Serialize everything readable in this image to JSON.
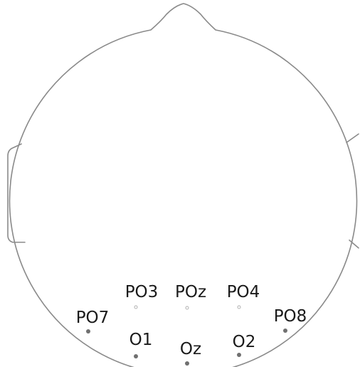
{
  "diagram": {
    "outline_color": "#8a8a8a",
    "electrode_colors": {
      "edge": "#707070",
      "inner": "#b0b0b0"
    },
    "electrodes": [
      {
        "id": "po3",
        "label": "PO3",
        "style": "inner"
      },
      {
        "id": "poz",
        "label": "POz",
        "style": "inner"
      },
      {
        "id": "po4",
        "label": "PO4",
        "style": "inner"
      },
      {
        "id": "po7",
        "label": "PO7",
        "style": "edge"
      },
      {
        "id": "po8",
        "label": "PO8",
        "style": "edge"
      },
      {
        "id": "o1",
        "label": "O1",
        "style": "edge"
      },
      {
        "id": "oz",
        "label": "Oz",
        "style": "edge"
      },
      {
        "id": "o2",
        "label": "O2",
        "style": "edge"
      }
    ]
  }
}
